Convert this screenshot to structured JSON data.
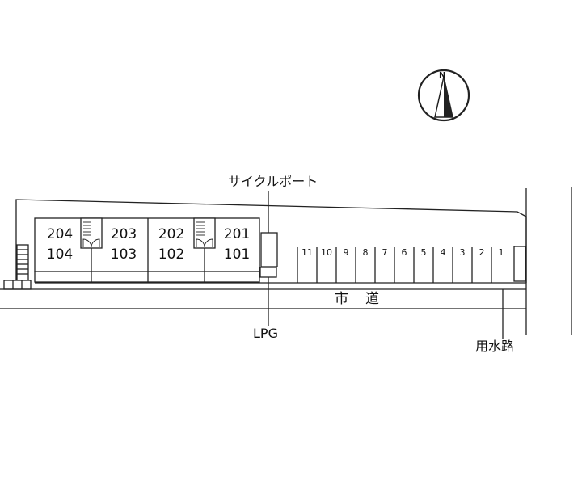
{
  "compass": {
    "label": "N",
    "icon": "north-arrow-icon"
  },
  "labels": {
    "cycle_port": "サイクルポート",
    "lpg": "LPG",
    "road_a": "市",
    "road_b": "道",
    "waterway": "用水路"
  },
  "units": {
    "upper": [
      "204",
      "203",
      "202",
      "201"
    ],
    "lower": [
      "104",
      "103",
      "102",
      "101"
    ]
  },
  "parking": [
    "11",
    "10",
    "9",
    "8",
    "7",
    "6",
    "5",
    "4",
    "3",
    "2",
    "1"
  ]
}
